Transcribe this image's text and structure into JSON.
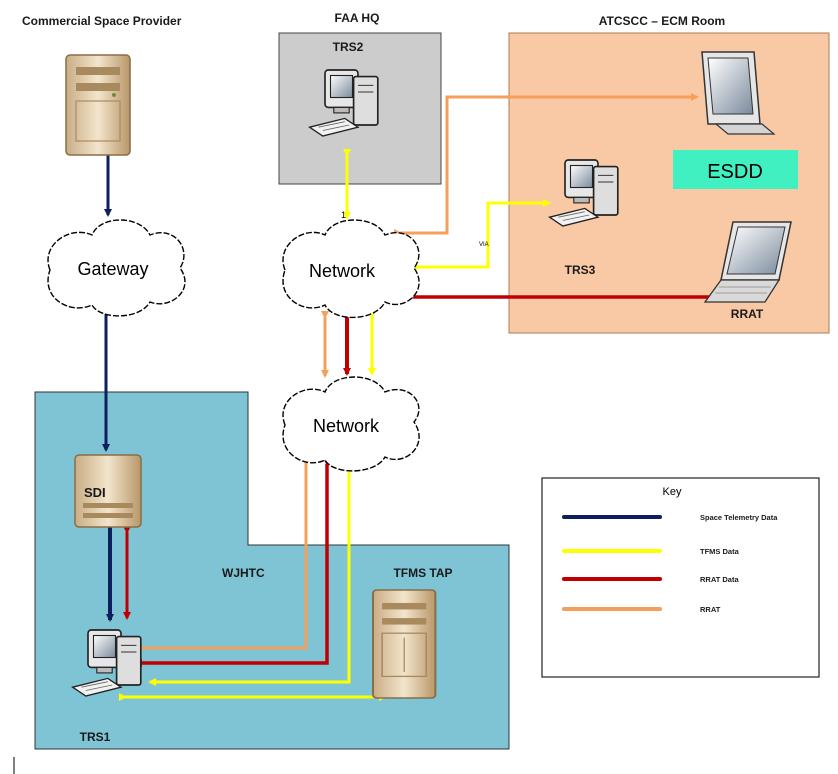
{
  "labels": {
    "commercial_space_provider": "Commercial Space Provider",
    "faa_hq": "FAA HQ",
    "atcscc_room": "ATCSCC – ECM Room",
    "trs2": "TRS2",
    "trs3": "TRS3",
    "trs1": "TRS1",
    "esdd": "ESDD",
    "rrat_device": "RRAT",
    "gateway": "Gateway",
    "network_top": "Network",
    "network_bottom": "Network",
    "sdi": "SDI",
    "wjhtc": "WJHTC",
    "tfms_tap": "TFMS TAP",
    "line_marker_1": "1",
    "via_fragment": "VIA"
  },
  "key": {
    "title": "Key",
    "items": [
      {
        "label": "Space Telemetry Data",
        "color": "#0d1f5c"
      },
      {
        "label": "TFMS Data",
        "color": "#ffff00"
      },
      {
        "label": "RRAT Data",
        "color": "#c00000"
      },
      {
        "label": "RRAT",
        "color": "#f5a05a"
      }
    ]
  },
  "colors": {
    "wjhtc_zone": "#7ec4d4",
    "faa_zone": "#cccccc",
    "atcscc_zone": "#f9c9a5",
    "esdd_badge": "#40f0c0",
    "telemetry": "#0d1f5c",
    "tfms": "#ffff00",
    "rrat_data": "#c00000",
    "rrat": "#f5a05a"
  }
}
